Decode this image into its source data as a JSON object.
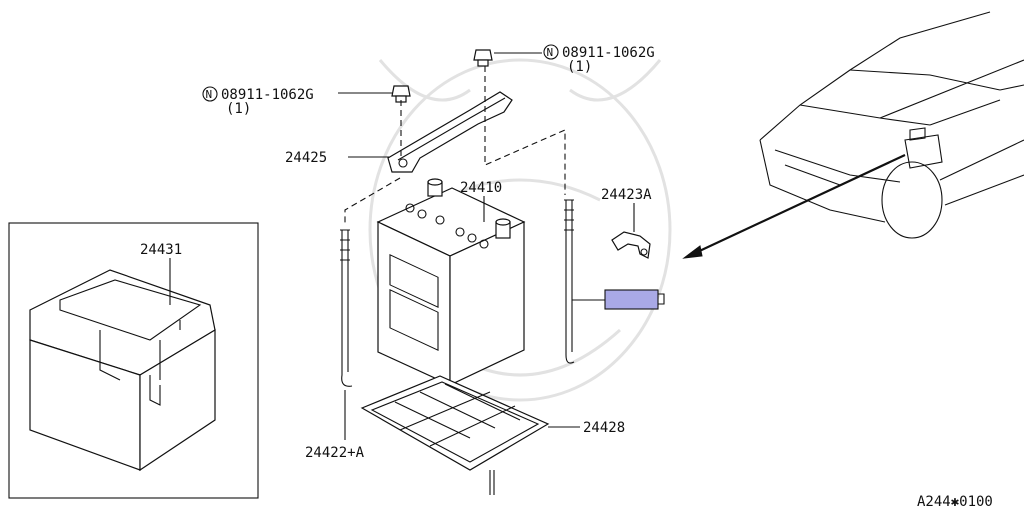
{
  "labels": {
    "nut_left_code": "08911-1062G",
    "nut_left_qty": "(1)",
    "nut_right_code": "08911-1062G",
    "nut_right_qty": "(1)",
    "n_mark": "N",
    "holder": "24425",
    "battery": "24410",
    "bracket": "24423A",
    "cover": "24431",
    "tray": "24428",
    "rod": "24422+A",
    "drawing_code": "A244✱0100"
  },
  "colors": {
    "line": "#111111",
    "highlight": "#a9a9e6",
    "watermark": "#e2e2e2"
  },
  "icons": [
    "n-circle-icon",
    "nut-icon",
    "battery-icon",
    "car-icon"
  ]
}
